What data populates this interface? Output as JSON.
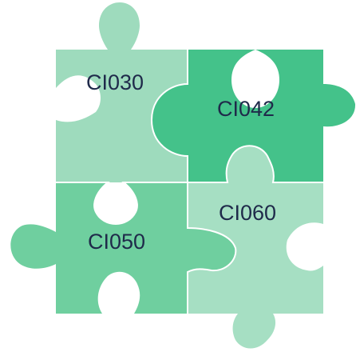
{
  "pieces": [
    {
      "id": "top-left",
      "label": "CI030",
      "color": "#9edbbd"
    },
    {
      "id": "top-right",
      "label": "CI042",
      "color": "#44c28a"
    },
    {
      "id": "bottom-left",
      "label": "CI050",
      "color": "#6fcf9f"
    },
    {
      "id": "bottom-right",
      "label": "CI060",
      "color": "#a6dfc3"
    }
  ]
}
